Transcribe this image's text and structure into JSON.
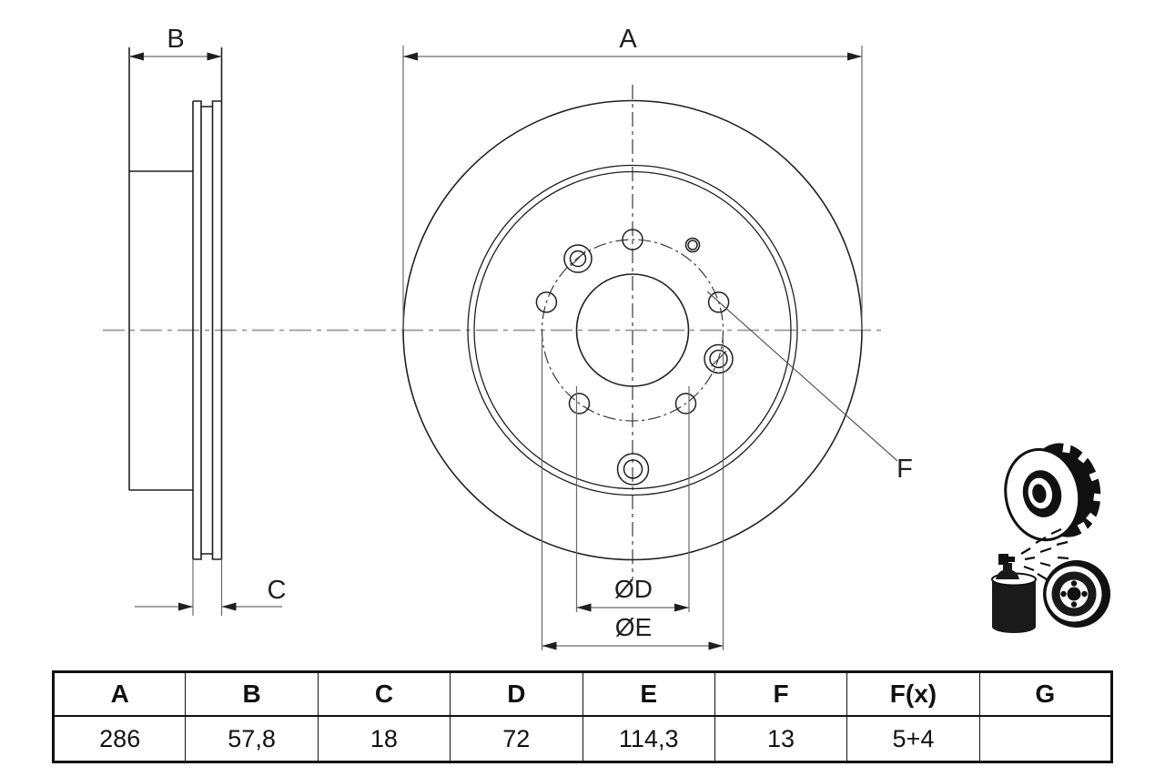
{
  "drawing": {
    "type": "brake-disc-technical-drawing",
    "dimension_labels": {
      "a": "A",
      "b": "B",
      "c": "C",
      "f": "F",
      "d_diameter": "ØD",
      "e_diameter": "ØE"
    }
  },
  "spec_table": {
    "headers": [
      "A",
      "B",
      "C",
      "D",
      "E",
      "F",
      "F(x)",
      "G"
    ],
    "values": [
      "286",
      "57,8",
      "18",
      "72",
      "114,3",
      "13",
      "5+4",
      ""
    ]
  },
  "icons": [
    {
      "name": "vented-brake-disc-icon"
    },
    {
      "name": "spray-coating-icon"
    }
  ],
  "colors": {
    "outline": "#1f1f1f",
    "dimension_line": "#6a6a6a",
    "centerline_gray": "#9a9a9a",
    "centerline_dark": "#3a3a3a",
    "table_border": "#111111",
    "background": "#ffffff"
  }
}
